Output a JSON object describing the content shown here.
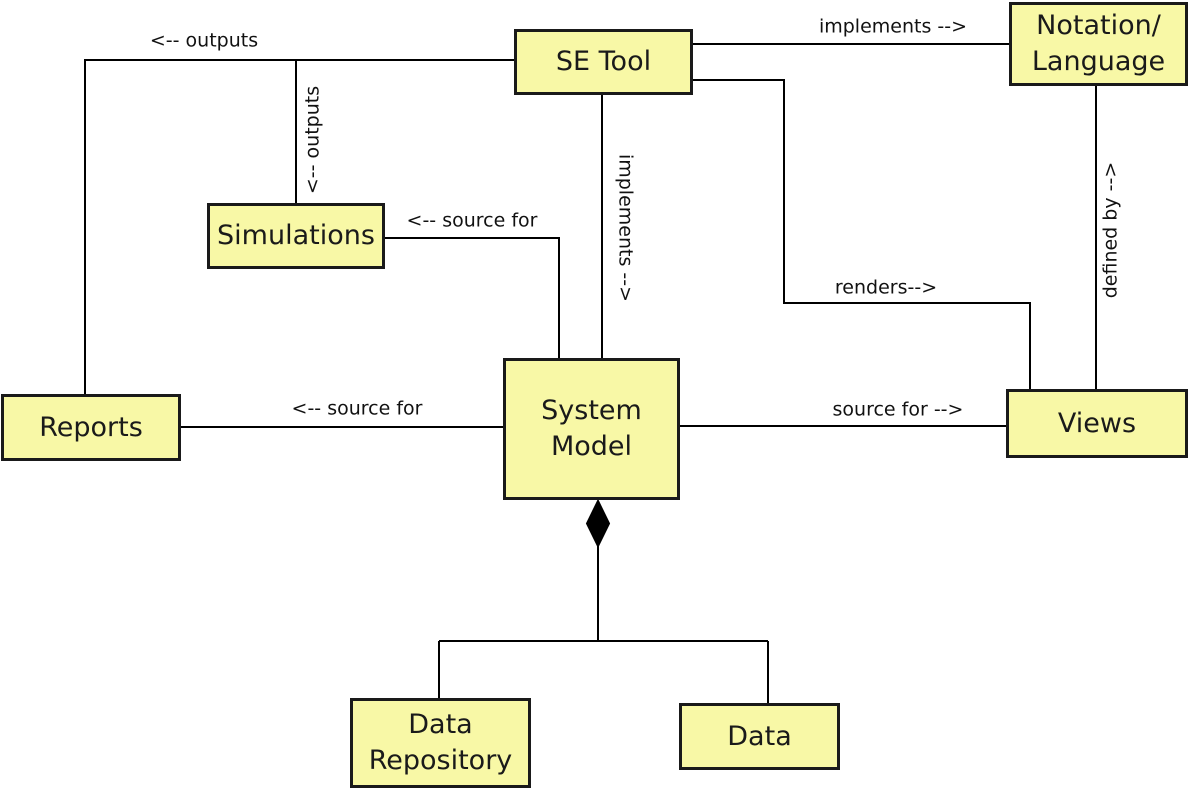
{
  "diagram": {
    "colors": {
      "box_fill": "#f8f8a6",
      "box_border": "#1a1a1a",
      "line": "#000000",
      "text": "#111111"
    },
    "boxes": {
      "se_tool": {
        "label": "SE Tool"
      },
      "notation_language": {
        "label": "Notation/\nLanguage"
      },
      "simulations": {
        "label": "Simulations"
      },
      "reports": {
        "label": "Reports"
      },
      "system_model": {
        "label": "System\nModel"
      },
      "views": {
        "label": "Views"
      },
      "data_repository": {
        "label": "Data\nRepository"
      },
      "data": {
        "label": "Data"
      }
    },
    "edges": {
      "outputs_reports": {
        "label": "<-- outputs"
      },
      "outputs_simulations": {
        "label": "<-- outputs"
      },
      "implements_notation": {
        "label": "implements -->"
      },
      "implements_system_model": {
        "label": "implements -->"
      },
      "renders_views": {
        "label": "renders-->"
      },
      "defined_by": {
        "label": "defined by -->"
      },
      "source_for_simulations": {
        "label": "<-- source for"
      },
      "source_for_reports": {
        "label": "<-- source for"
      },
      "source_for_views": {
        "label": "source for -->"
      }
    }
  }
}
